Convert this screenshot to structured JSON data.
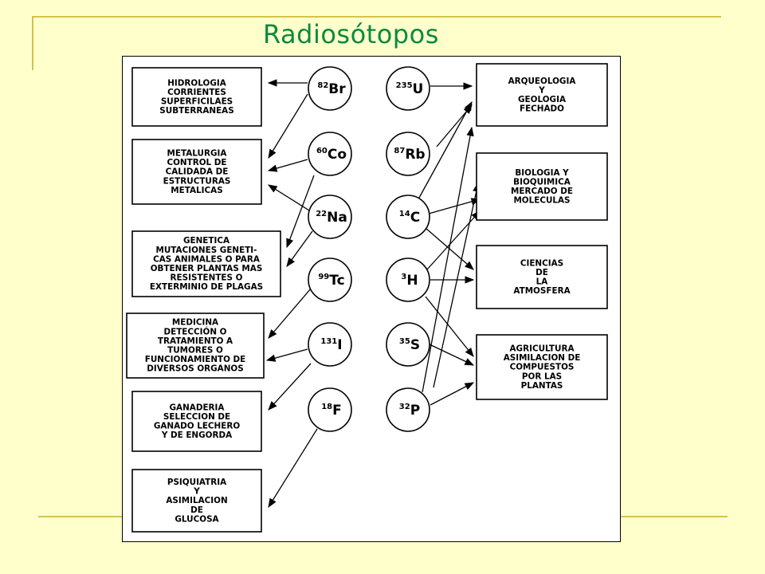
{
  "title": "Radiosótopos",
  "diagram": {
    "left_boxes": [
      {
        "lines": [
          "HIDROLOGIA",
          "CORRIENTES",
          "SUPERFICILAES",
          "SUBTERRANEAS"
        ]
      },
      {
        "lines": [
          "METALURGIA",
          "CONTROL DE",
          "CALIDADA DE",
          "ESTRUCTURAS",
          "METALICAS"
        ]
      },
      {
        "lines": [
          "GENETICA",
          "MUTACIONES GENETI-",
          "CAS ANIMALES O PARA",
          "OBTENER PLANTAS MAS",
          "RESISTENTES O",
          "EXTERMINIO DE PLAGAS"
        ]
      },
      {
        "lines": [
          "MEDICINA",
          "DETECCIÓN O",
          "TRATAMIENTO A",
          "TUMORES O",
          "FUNCIONAMIENTO DE",
          "DIVERSOS ORGANOS"
        ]
      },
      {
        "lines": [
          "GANADERIA",
          "SELECCION DE",
          "GANADO LECHERO",
          "Y DE ENGORDA"
        ]
      },
      {
        "lines": [
          "PSIQUIATRIA",
          "Y",
          "ASIMILACION",
          "DE",
          "GLUCOSA"
        ]
      }
    ],
    "right_boxes": [
      {
        "lines": [
          "ARQUEOLOGIA",
          "Y",
          "GEOLOGIA",
          "FECHADO"
        ]
      },
      {
        "lines": [
          "BIOLOGIA Y",
          "BIOQUIMICA",
          "MERCADO DE",
          "MOLECULAS"
        ]
      },
      {
        "lines": [
          "CIENCIAS",
          "DE",
          "LA",
          "ATMOSFERA"
        ]
      },
      {
        "lines": [
          "AGRICULTURA",
          "ASIMILACION DE",
          "COMPUESTOS",
          "POR LAS",
          "PLANTAS"
        ]
      }
    ],
    "left_nodes": [
      {
        "mass": "82",
        "symbol": "Br"
      },
      {
        "mass": "60",
        "symbol": "Co"
      },
      {
        "mass": "22",
        "symbol": "Na"
      },
      {
        "mass": "99",
        "symbol": "Tc"
      },
      {
        "mass": "131",
        "symbol": "I"
      },
      {
        "mass": "18",
        "symbol": "F"
      }
    ],
    "right_nodes": [
      {
        "mass": "235",
        "symbol": "U"
      },
      {
        "mass": "87",
        "symbol": "Rb"
      },
      {
        "mass": "14",
        "symbol": "C"
      },
      {
        "mass": "3",
        "symbol": "H"
      },
      {
        "mass": "35",
        "symbol": "S"
      },
      {
        "mass": "32",
        "symbol": "P"
      }
    ]
  }
}
